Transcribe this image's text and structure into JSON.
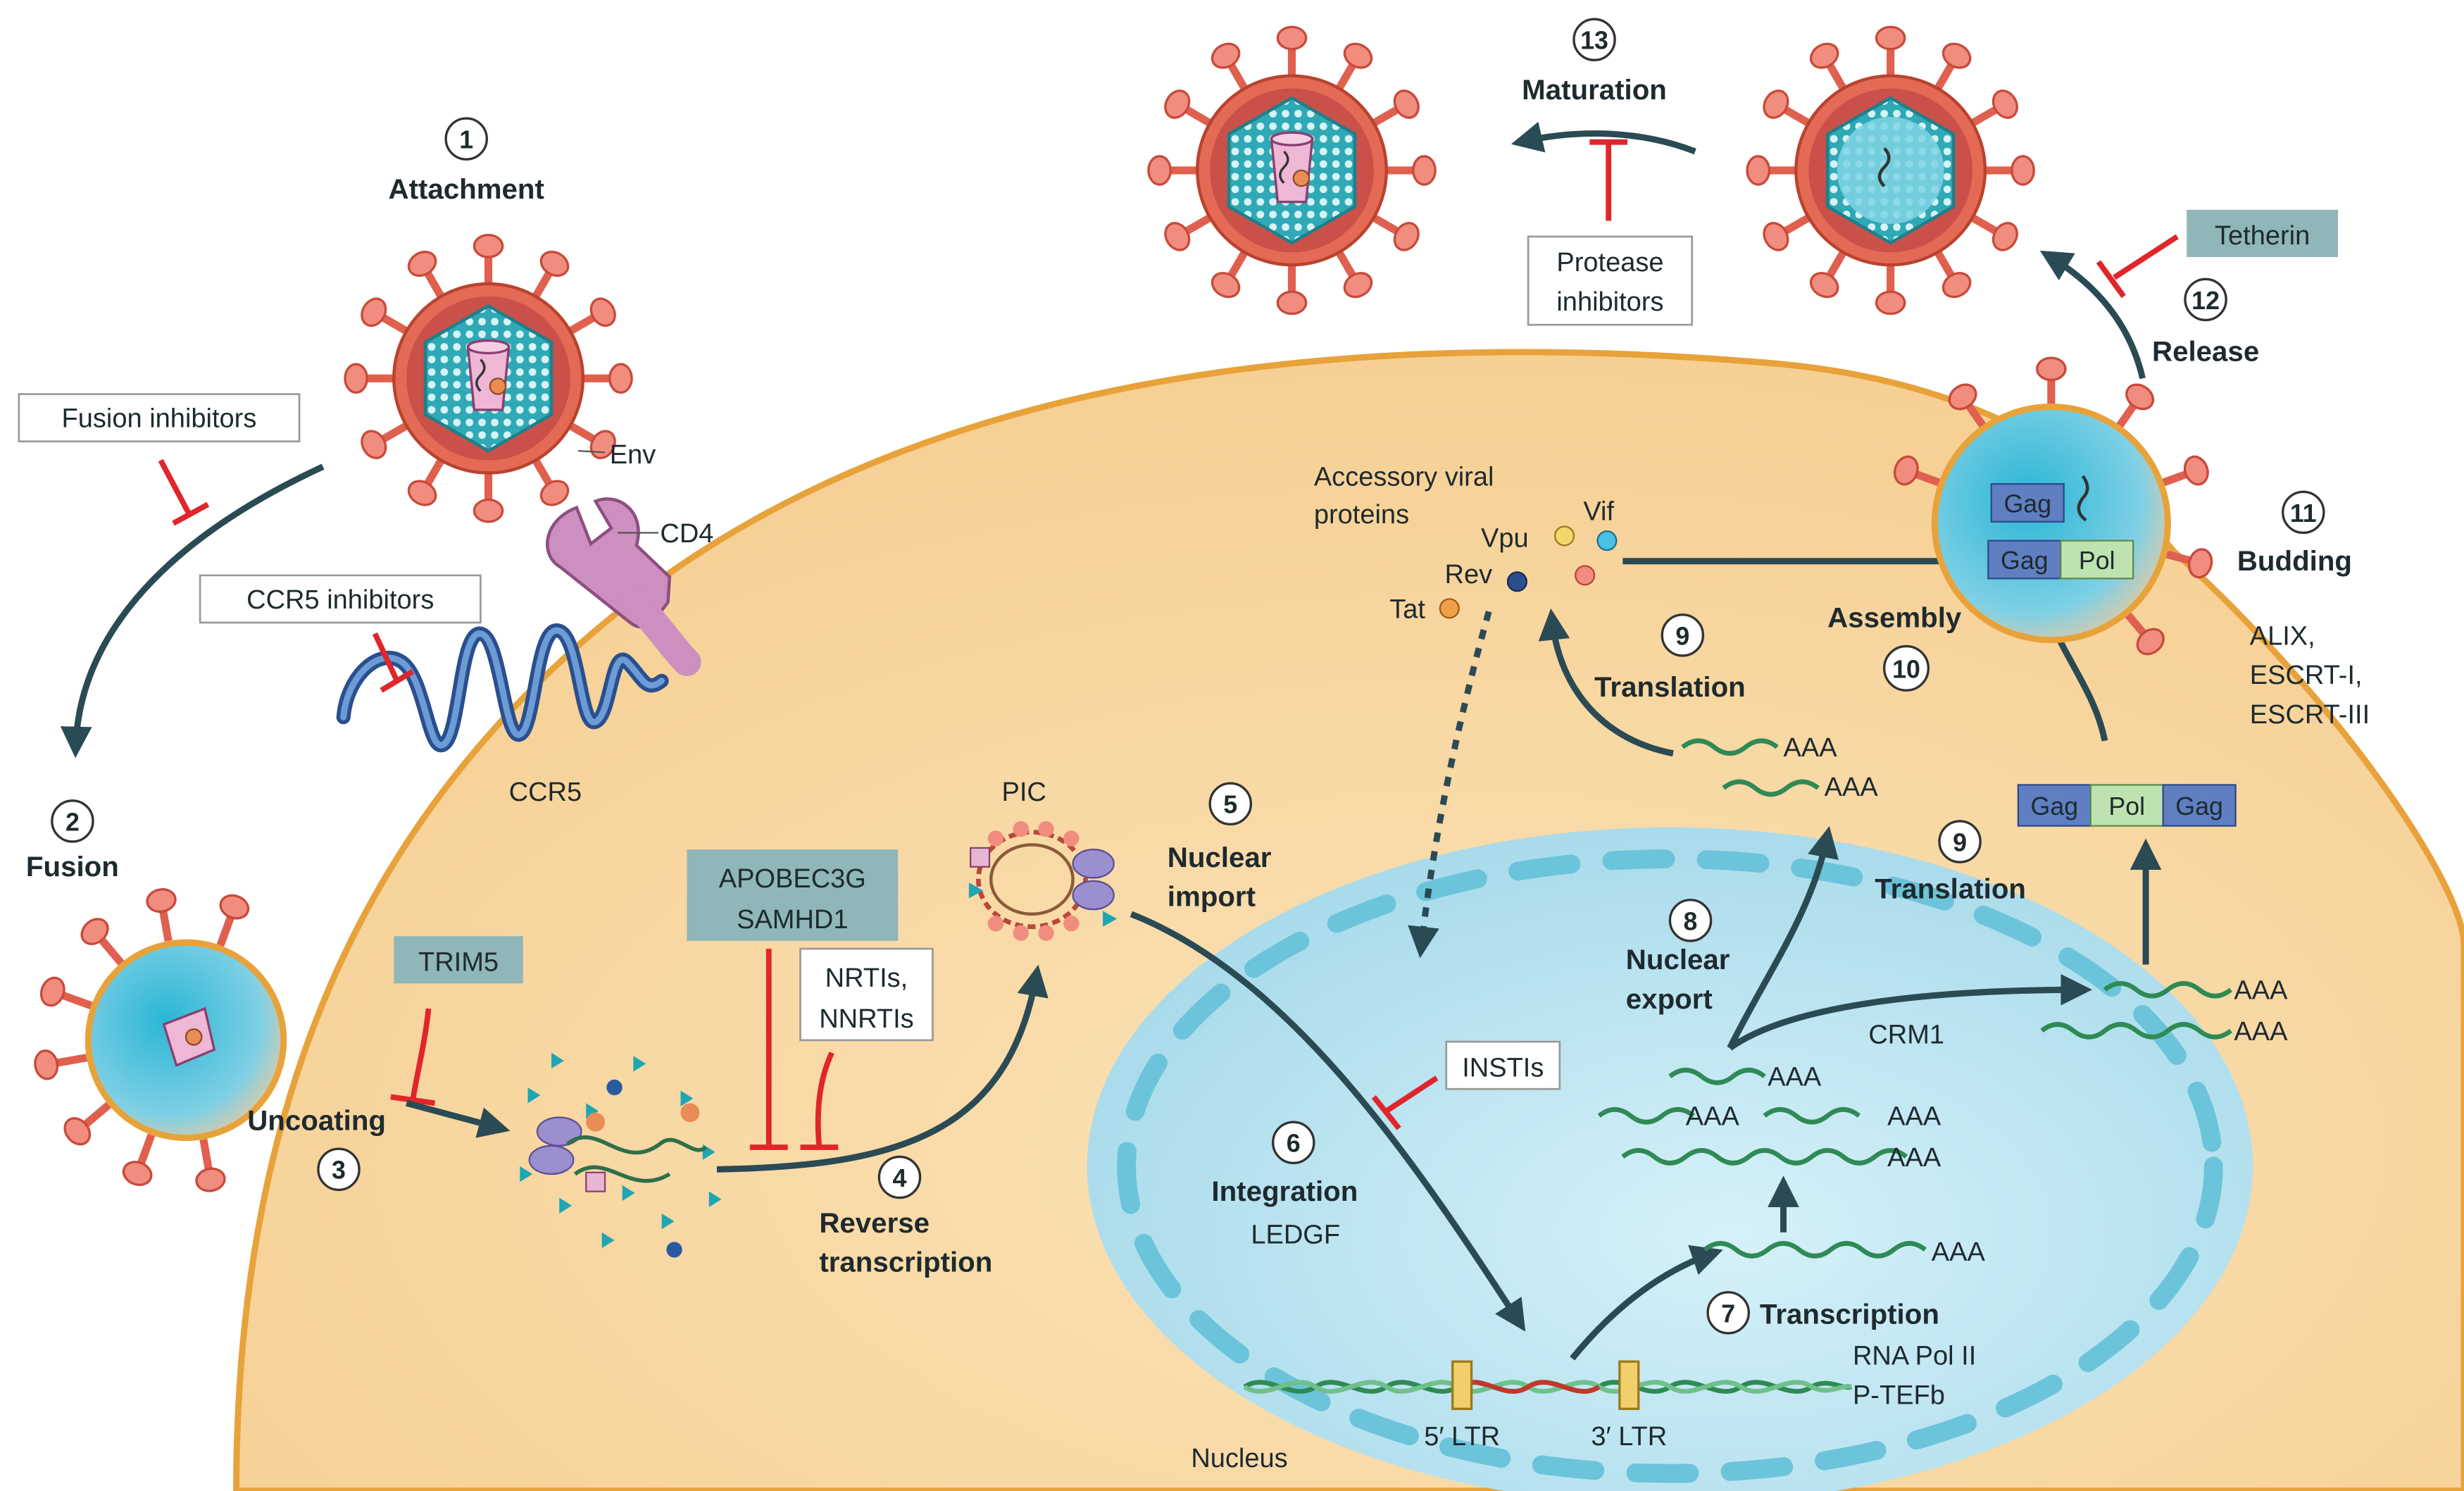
{
  "steps": [
    {
      "num": "1",
      "label": "Attachment"
    },
    {
      "num": "2",
      "label": "Fusion"
    },
    {
      "num": "3",
      "label": "Uncoating"
    },
    {
      "num": "4",
      "label_line1": "Reverse",
      "label_line2": "transcription"
    },
    {
      "num": "5",
      "label_line1": "Nuclear",
      "label_line2": "import"
    },
    {
      "num": "6",
      "label": "Integration"
    },
    {
      "num": "7",
      "label": "Transcription"
    },
    {
      "num": "8",
      "label_line1": "Nuclear",
      "label_line2": "export"
    },
    {
      "num": "9",
      "label": "Translation"
    },
    {
      "num": "9",
      "label": "Translation"
    },
    {
      "num": "10",
      "label": "Assembly"
    },
    {
      "num": "11",
      "label": "Budding"
    },
    {
      "num": "12",
      "label": "Release"
    },
    {
      "num": "13",
      "label": "Maturation"
    }
  ],
  "inhibitors": {
    "fusion": "Fusion inhibitors",
    "ccr5": "CCR5 inhibitors",
    "trim5": "TRIM5",
    "apobec_line1": "APOBEC3G",
    "apobec_line2": "SAMHD1",
    "nrti_line1": "NRTIs,",
    "nrti_line2": "NNRTIs",
    "insti": "INSTIs",
    "protease_line1": "Protease",
    "protease_line2": "inhibitors",
    "tetherin": "Tetherin"
  },
  "labels": {
    "env": "Env",
    "cd4": "CD4",
    "ccr5": "CCR5",
    "pic": "PIC",
    "accessory_line1": "Accessory viral",
    "accessory_line2": "proteins",
    "vpu": "Vpu",
    "vif": "Vif",
    "rev": "Rev",
    "tat": "Tat",
    "gag": "Gag",
    "pol": "Pol",
    "aaa": "AAA",
    "crm1": "CRM1",
    "ledgf": "LEDGF",
    "rna_pol": "RNA Pol II",
    "ptefb": "P-TEFb",
    "ltr5": "5′ LTR",
    "ltr3": "3′ LTR",
    "nucleus": "Nucleus",
    "alix": "ALIX,",
    "escrt1": "ESCRT-I,",
    "escrt3": "ESCRT-III"
  },
  "colors": {
    "cytoplasm": "#f9d9a6",
    "membrane": "#e8a23a",
    "nucleus": "#bfe6f2",
    "envelope": "#e0604f",
    "capsid": "#3bb8c4",
    "inhibitor": "#e0262b",
    "arrow": "#2a4a54",
    "host_factor_box": "#8fb6b9"
  }
}
